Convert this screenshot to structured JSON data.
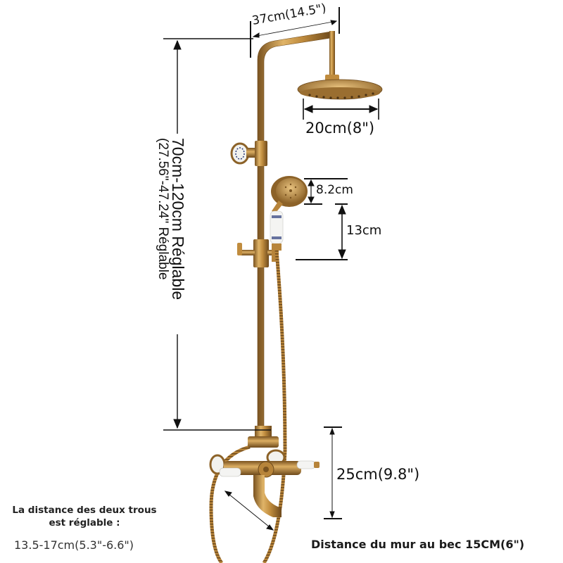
{
  "colors": {
    "brass_light": "#d8a75a",
    "brass_mid": "#b7843a",
    "brass_dark": "#7a5320",
    "line": "#111111",
    "ceramic": "#f4f4f2",
    "ceramic_pattern": "#2a3a7a",
    "background": "#ffffff"
  },
  "dimensions": {
    "arm_length": "37cm(14.5\")",
    "head_diameter": "20cm(8\")",
    "handset_head": "8.2cm",
    "handset_gap": "13cm",
    "height_range_line1": "70cm-120cm   Réglable",
    "height_range_line2": "(27.56\"-47.24\" Réglable",
    "mixer_height": "25cm(9.8\")"
  },
  "notes": {
    "holes_title_line1": "La distance des deux trous",
    "holes_title_line2": "est réglable :",
    "holes_value": "13.5-17cm(5.3\"-6.6\")",
    "spout_distance": "Distance du mur au bec 15CM(6\")"
  }
}
